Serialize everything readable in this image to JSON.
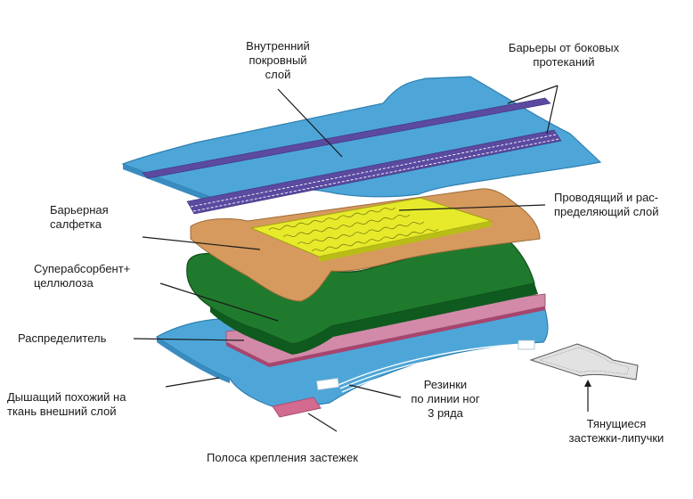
{
  "labels": {
    "inner_layer": "Внутренний\nпокровный\nслой",
    "side_barriers": "Барьеры от боковых\nпротеканий",
    "conducting_layer": "Проводящий и рас-\nпределяющий слой",
    "barrier_wipe": "Барьерная\nсалфетка",
    "superabsorbent": "Суперабсорбент+\nцеллюлоза",
    "distributor": "Распределитель",
    "outer_layer": "Дышащий похожий на\nткань внешний слой",
    "leg_elastics": "Резинки\nпо линии ног\n3 ряда",
    "stretch_tabs": "Тянущиеся\nзастежки-липучки",
    "fastening_strip": "Полоса крепления застежек"
  },
  "colors": {
    "top_sheet": "#4ea6d8",
    "barrier_stripe": "#5b4aa0",
    "acquisition_layer": "#e6ea2a",
    "barrier_wipe": "#d69a5e",
    "absorbent_core": "#1f7a2e",
    "distributor": "#d28aa8",
    "backsheet": "#4ea6d8",
    "fastening_strip": "#d36a8f",
    "tab": "#d9d9d9"
  }
}
